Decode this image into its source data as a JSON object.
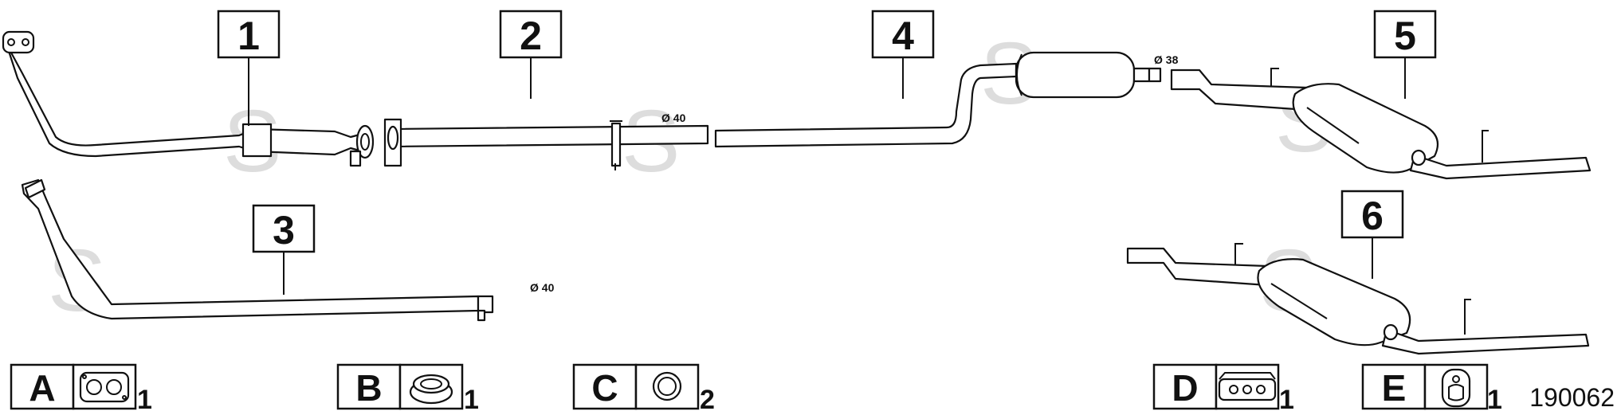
{
  "watermark": {
    "letter": "S"
  },
  "callouts": [
    "1",
    "2",
    "3",
    "4",
    "5",
    "6"
  ],
  "diameters": {
    "part2": "40",
    "part3": "40",
    "part4": "38"
  },
  "legend": [
    {
      "letter": "A",
      "icon": "flange-gasket-icon",
      "qty": "1"
    },
    {
      "letter": "B",
      "icon": "sealing-ring-icon",
      "qty": "1"
    },
    {
      "letter": "C",
      "icon": "o-ring-icon",
      "qty": "2"
    },
    {
      "letter": "D",
      "icon": "rubber-mount-icon",
      "qty": "1"
    },
    {
      "letter": "E",
      "icon": "hanger-ring-icon",
      "qty": "1"
    }
  ],
  "reference_number": "190062"
}
